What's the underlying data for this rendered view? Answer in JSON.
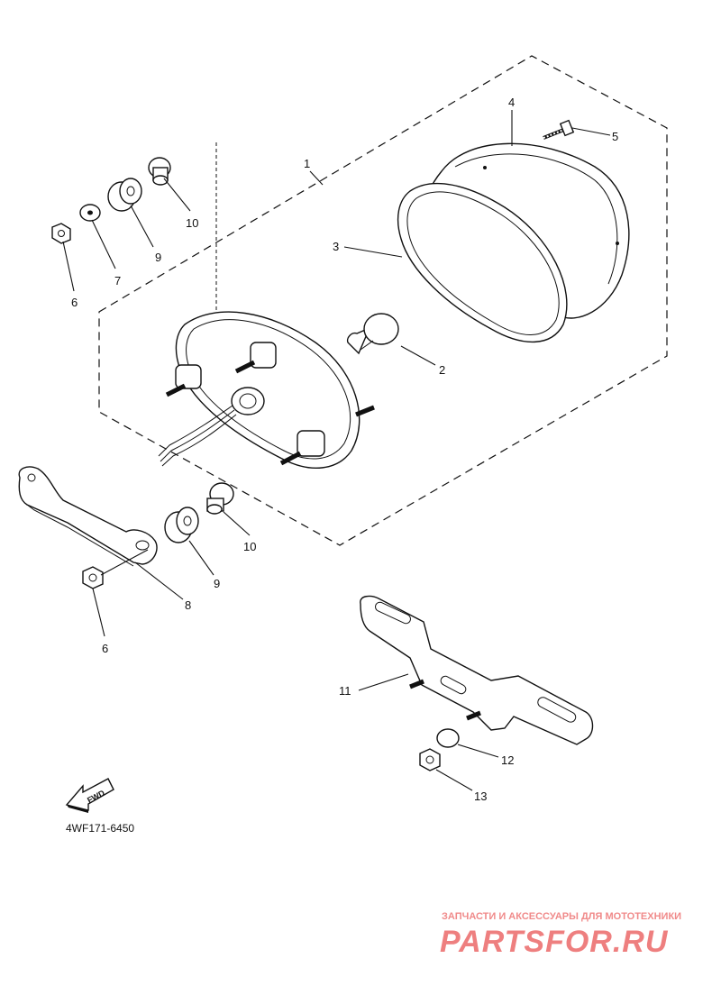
{
  "diagram": {
    "part_code": "4WF171-6450",
    "fwd_label": "FWD",
    "callouts": {
      "c1": "1",
      "c2": "2",
      "c3": "3",
      "c4": "4",
      "c5": "5",
      "c6a": "6",
      "c6b": "6",
      "c7": "7",
      "c8": "8",
      "c9a": "9",
      "c9b": "9",
      "c10a": "10",
      "c10b": "10",
      "c11": "11",
      "c12": "12",
      "c13": "13"
    }
  },
  "watermark": {
    "tagline": "ЗАПЧАСТИ И АКСЕССУАРЫ ДЛЯ МОТОТЕХНИКИ",
    "brand": "PARTSFOR.RU"
  }
}
